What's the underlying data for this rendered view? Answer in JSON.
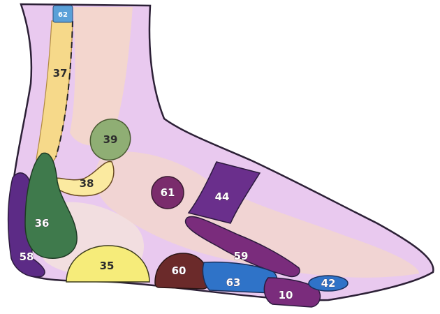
{
  "regions": [
    {
      "id": "62",
      "color": "#5aa0d8"
    },
    {
      "id": "37",
      "color": "#f6d98a"
    },
    {
      "id": "39",
      "color": "#8fae74"
    },
    {
      "id": "38",
      "color": "#fbeaa0"
    },
    {
      "id": "61",
      "color": "#7a2c6c"
    },
    {
      "id": "44",
      "color": "#6a2f8c"
    },
    {
      "id": "36",
      "color": "#3f7a4c"
    },
    {
      "id": "59",
      "color": "#7a2c7c"
    },
    {
      "id": "58",
      "color": "#5c2b86"
    },
    {
      "id": "35",
      "color": "#f6ec7a"
    },
    {
      "id": "60",
      "color": "#6b2a2a"
    },
    {
      "id": "63",
      "color": "#2f73c8"
    },
    {
      "id": "10",
      "color": "#7a2c7c"
    },
    {
      "id": "42",
      "color": "#2f73c8"
    }
  ],
  "colors": {
    "skin": "#e9c9ef",
    "outline": "#2c2036",
    "bone": "#f4d8c8"
  }
}
